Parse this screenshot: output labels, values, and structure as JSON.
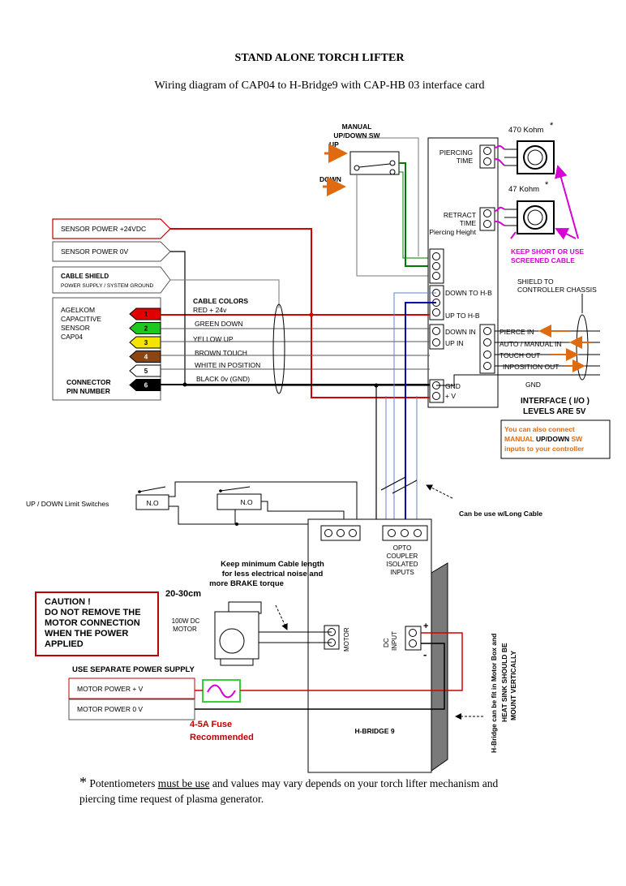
{
  "title": "STAND ALONE TORCH LIFTER",
  "subtitle": "Wiring diagram of CAP04 to H-Bridge9 with CAP-HB 03 interface card",
  "manual_sw": {
    "line1": "MANUAL",
    "line2": "UP/DOWN SW",
    "up": "UP",
    "down": "DOWN"
  },
  "pots": {
    "p1": "470 Kohm",
    "p2": "47 Kohm",
    "star": "*"
  },
  "card": {
    "piercing1": "PIERCING",
    "piercing2": "TIME",
    "retract1": "RETRACT",
    "retract2": "TIME",
    "retract3": "Piercing Height",
    "down_to_hb": "DOWN TO H-B",
    "up_to_hb": "UP TO H-B",
    "down_in": "DOWN IN",
    "up_in": "UP IN",
    "gnd": "GND",
    "plus_v": "+ V"
  },
  "keep_short": {
    "line1": "KEEP SHORT OR USE",
    "line2": "SCREENED CABLE"
  },
  "shield": {
    "line1": "SHIELD TO",
    "line2": "CONTROLLER CHASSIS"
  },
  "io": {
    "pierce_in": "PIERCE IN",
    "auto_manual": "AUTO / MANUAL IN",
    "touch_out": "TOUCH OUT",
    "inposition_out": "INPOSITION OUT",
    "gnd": "GND"
  },
  "interface": {
    "line1": "INTERFACE  ( I/O )",
    "line2": "LEVELS ARE 5V"
  },
  "note_box": {
    "l1a": "You can also connect",
    "l2a": "MANUAL ",
    "l2b": "UP/DOWN ",
    "l2c": "SW",
    "l3": "inputs to your controller"
  },
  "left_labels": {
    "sensor24": "SENSOR POWER +24VDC",
    "sensor0": "SENSOR POWER 0V",
    "shield1": "CABLE SHIELD",
    "shield2": "POWER SUPPLY / SYSTEM GROUND"
  },
  "agelkom": {
    "l1": "AGELKOM",
    "l2": "CAPACITIVE",
    "l3": "SENSOR",
    "l4": "CAP04",
    "c1": "CONNECTOR",
    "c2": "PIN NUMBER"
  },
  "pins": [
    {
      "num": "1",
      "color": "#e00000",
      "text": "#000"
    },
    {
      "num": "2",
      "color": "#1ec81e",
      "text": "#000"
    },
    {
      "num": "3",
      "color": "#f5e300",
      "text": "#000"
    },
    {
      "num": "4",
      "color": "#8b4513",
      "text": "#fff"
    },
    {
      "num": "5",
      "color": "#ffffff",
      "text": "#000"
    },
    {
      "num": "6",
      "color": "#000000",
      "text": "#fff"
    }
  ],
  "cable_colors": {
    "title": "CABLE COLORS",
    "red": "RED  +  24v",
    "green": "GREEN  DOWN",
    "yellow": "YELLOW UP",
    "brown": "BROWN TOUCH",
    "white": "WHITE IN POSITION",
    "black": "BLACK 0v (GND)"
  },
  "limit_switches": {
    "label": "UP / DOWN Limit Switches",
    "no1": "N.O",
    "no2": "N.O"
  },
  "long_cable": "Can be use w/Long Cable",
  "hbridge": {
    "opto1": "OPTO",
    "opto2": "COUPLER",
    "opto3": "ISOLATED",
    "opto4": "INPUTS",
    "motor": "MOTOR",
    "dc1": "DC",
    "dc2": "INPUT",
    "plus": "+",
    "minus": "-",
    "name": "H-BRIDGE 9"
  },
  "cable_note": {
    "l1": "Keep minimum Cable length",
    "l2": "for less electrical noise and",
    "l3": "more BRAKE torque",
    "l4": "20-30cm"
  },
  "motor_label": {
    "l1": "100W DC",
    "l2": "MOTOR"
  },
  "caution": {
    "l1": "CAUTION !",
    "l2": "DO NOT REMOVE THE",
    "l3": "MOTOR CONNECTION",
    "l4": "WHEN THE POWER",
    "l5": "APPLIED"
  },
  "power": {
    "separate": "USE SEPARATE POWER SUPPLY",
    "plus": "MOTOR POWER + V",
    "zero": "MOTOR POWER 0 V"
  },
  "fuse": {
    "l1": "4-5A Fuse",
    "l2": "Recommended"
  },
  "heatsink": {
    "l1": "H-Bridge can be fit in Motor Box and",
    "l2": "HEAT SINK SHOULD BE",
    "l3": "MOUNT VERTICALLY"
  },
  "footnote": {
    "star": "*",
    "a": " Potentiometers ",
    "b": "must be use",
    "c": " and values may vary depends on your torch lifter mechanism and",
    "d": "piercing time request of plasma generator."
  },
  "colors": {
    "red_wire": "#d40000",
    "green_wire": "#007a00",
    "blue_wire": "#0000aa",
    "orange": "#e06a10",
    "magenta": "#d400d4",
    "fuse_green": "#38d038"
  }
}
